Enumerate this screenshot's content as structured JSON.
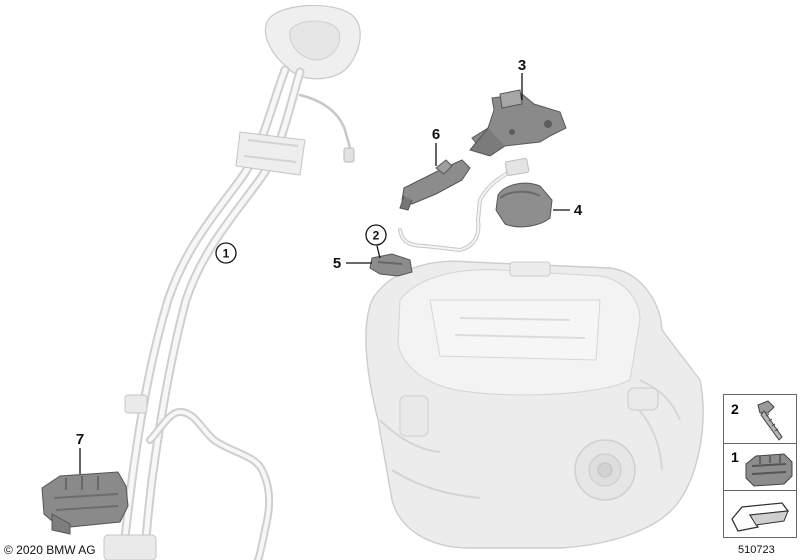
{
  "copyright": "© 2020 BMW AG",
  "drawing_number": "510723",
  "callouts": [
    {
      "id": "1",
      "style": "circled"
    },
    {
      "id": "2",
      "style": "circled"
    },
    {
      "id": "3",
      "style": "plain"
    },
    {
      "id": "4",
      "style": "plain"
    },
    {
      "id": "5",
      "style": "plain"
    },
    {
      "id": "6",
      "style": "plain"
    },
    {
      "id": "7",
      "style": "plain"
    }
  ],
  "legend": [
    {
      "number": "2",
      "icon": "bolt-icon"
    },
    {
      "number": "1",
      "icon": "connector-clip-icon"
    },
    {
      "icon": "arrow-icon"
    }
  ],
  "colors": {
    "part_fill": "#ececec",
    "part_stroke": "#9a9a9a",
    "highlight": "#6e6e6e",
    "text": "#111111"
  }
}
